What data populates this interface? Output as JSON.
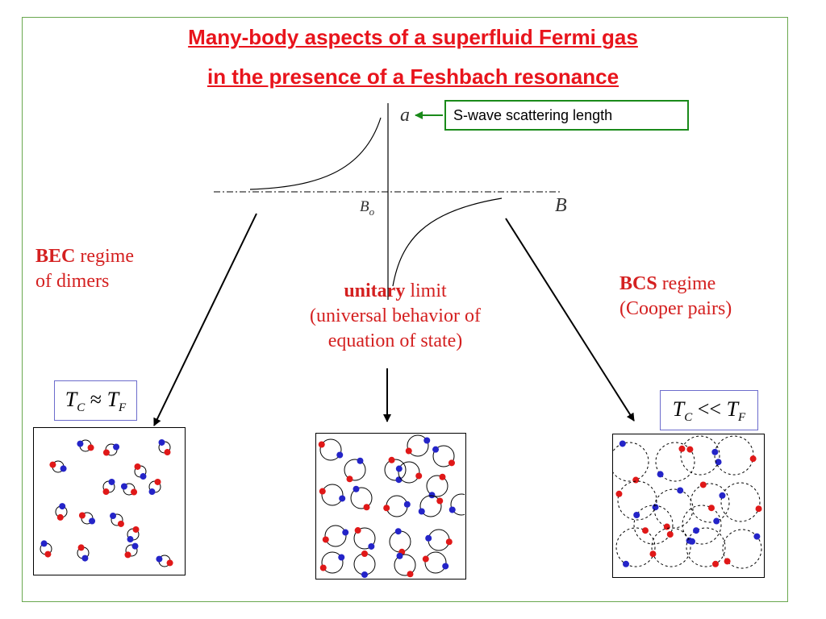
{
  "slide": {
    "title_line_1": "Many-body aspects of a superfluid Fermi gas",
    "title_line_2": "in the presence of a Feshbach resonance"
  },
  "graph": {
    "y_axis_symbol": "a",
    "x_axis_symbol": "B",
    "resonance_label": "B",
    "resonance_subscript": "o",
    "annotation": "S-wave scattering length"
  },
  "regimes": {
    "bec": {
      "bold": "BEC",
      "rest": " regime",
      "line2": "of dimers"
    },
    "unitary": {
      "bold": "unitary",
      "rest": " limit",
      "line2": "(universal behavior of",
      "line3": "equation of state)"
    },
    "bcs": {
      "bold": "BCS",
      "rest": " regime",
      "line2": "(Cooper pairs)"
    }
  },
  "temperatures": {
    "left": {
      "t": "T",
      "sub_c": "C",
      "relation": "≈",
      "sub_f": "F"
    },
    "right": {
      "t": "T",
      "sub_c": "C",
      "relation": "<<",
      "sub_f": "F"
    }
  },
  "colors": {
    "title": "#e8141c",
    "annotation_border": "#1a8a1a",
    "frame": "#6aa84f",
    "particle_red": "#e01818",
    "particle_blue": "#2424c8"
  }
}
